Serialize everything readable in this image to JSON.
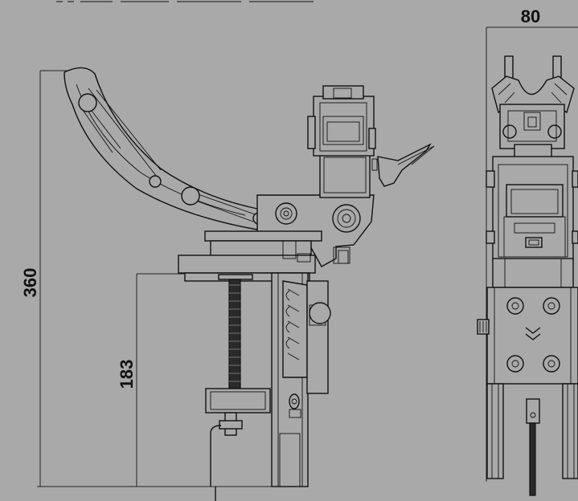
{
  "dimensions": {
    "total_height": "360",
    "lower_height": "183",
    "front_width": "80"
  }
}
